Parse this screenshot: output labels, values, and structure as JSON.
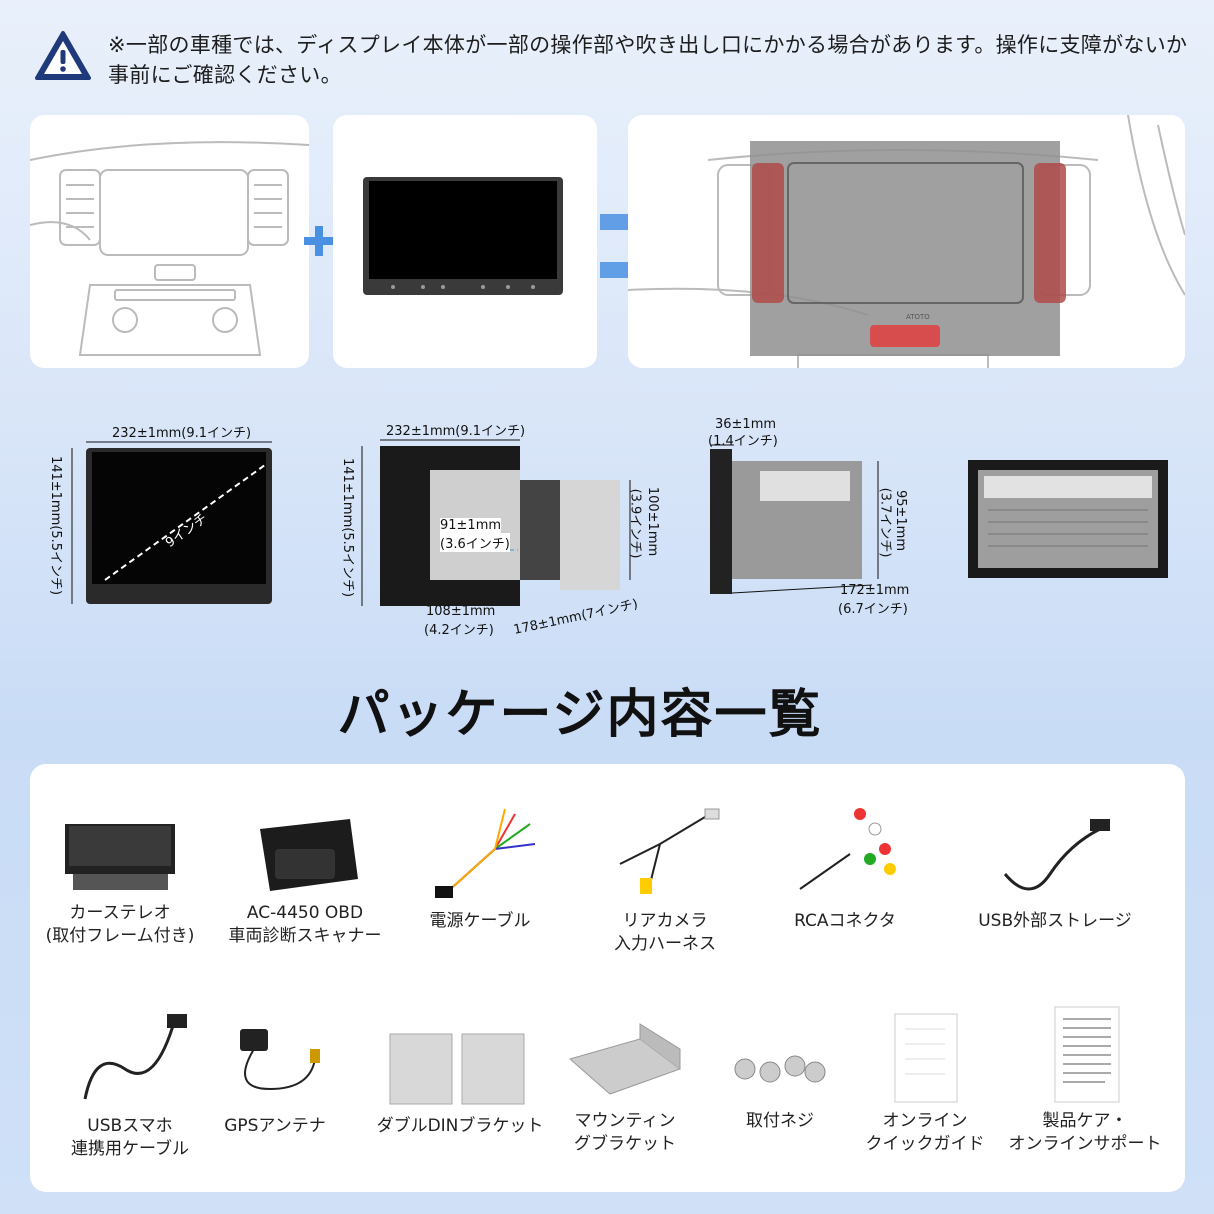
{
  "warning": {
    "icon": "warning-triangle-icon",
    "text": "※一部の車種では、ディスプレイ本体が一部の操作部や吹き出し口にかかる場合があります。操作に支障がないか事前にご確認ください。"
  },
  "fit_panel": {
    "brand": "ATOTO"
  },
  "dimensions": {
    "front": {
      "width": "232±1mm(9.1インチ)",
      "height": "141±1mm(5.5インチ)",
      "diagonal": "9インチ"
    },
    "bracket": {
      "width": "232±1mm(9.1インチ)",
      "height": "141±1mm(5.5インチ)",
      "inner_w1": "91±1mm",
      "inner_w2": "(3.6インチ)",
      "right_h1": "100±1mm",
      "right_h2": "(3.9インチ)",
      "bottom1": "108±1mm",
      "bottom2": "(4.2インチ)",
      "depth": "178±1mm(7インチ)"
    },
    "side": {
      "top1": "36±1mm",
      "top2": "(1.4インチ)",
      "right1": "95±1mm",
      "right2": "(3.7インチ)",
      "bottom1": "172±1mm",
      "bottom2": "(6.7インチ)"
    }
  },
  "package": {
    "title": "パッケージ内容一覧",
    "items": [
      {
        "label": "カーステレオ\n(取付フレーム付き)",
        "icon": "car-stereo-icon"
      },
      {
        "label": "AC-4450 OBD\n車両診断スキャナー",
        "icon": "obd-scanner-icon"
      },
      {
        "label": "電源ケーブル",
        "icon": "power-cable-icon"
      },
      {
        "label": "リアカメラ\n入力ハーネス",
        "icon": "camera-harness-icon"
      },
      {
        "label": "RCAコネクタ",
        "icon": "rca-connector-icon"
      },
      {
        "label": "USB外部ストレージ",
        "icon": "usb-cable-icon"
      },
      {
        "label": "USBスマホ\n連携用ケーブル",
        "icon": "usb-phone-cable-icon"
      },
      {
        "label": "GPSアンテナ",
        "icon": "gps-antenna-icon"
      },
      {
        "label": "ダブルDINブラケット",
        "icon": "din-bracket-icon"
      },
      {
        "label": "マウンティン\nグブラケット",
        "icon": "mounting-bracket-icon"
      },
      {
        "label": "取付ネジ",
        "icon": "screws-icon"
      },
      {
        "label": "オンライン\nクイックガイド",
        "icon": "quick-guide-icon"
      },
      {
        "label": "製品ケア・\nオンラインサポート",
        "icon": "support-doc-icon"
      }
    ]
  }
}
